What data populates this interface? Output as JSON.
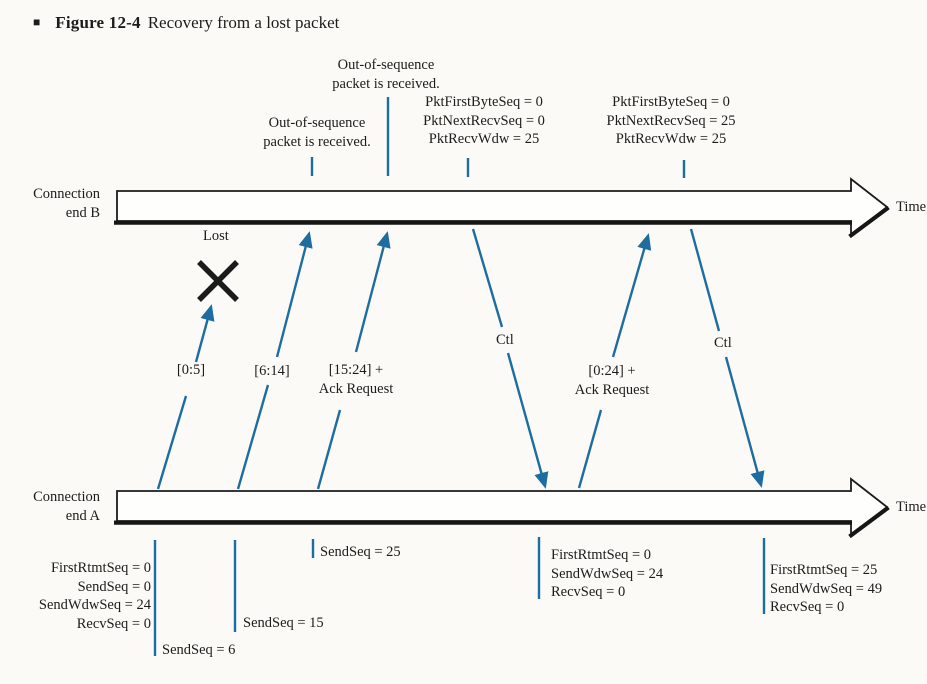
{
  "title": {
    "bullet": "■",
    "figure_label": "Figure 12-4",
    "caption": "Recovery from a lost packet"
  },
  "colors": {
    "arrow_blue": "#1e6da1",
    "ink": "#1e1c1a"
  },
  "timelines": {
    "b": {
      "label_lines": [
        "Connection",
        "end B"
      ],
      "time_label": "Time"
    },
    "a": {
      "label_lines": [
        "Connection",
        "end A"
      ],
      "time_label": "Time"
    }
  },
  "lost_label": "Lost",
  "top_annotations": [
    {
      "lines": [
        "Out-of-sequence",
        "packet is received."
      ]
    },
    {
      "lines": [
        "Out-of-sequence",
        "packet is received."
      ]
    },
    {
      "lines": [
        "PktFirstByteSeq = 0",
        "PktNextRecvSeq = 0",
        "PktRecvWdw = 25"
      ]
    },
    {
      "lines": [
        "PktFirstByteSeq = 0",
        "PktNextRecvSeq = 25",
        "PktRecvWdw = 25"
      ]
    }
  ],
  "packet_labels": [
    {
      "lines": [
        "[0:5]"
      ]
    },
    {
      "lines": [
        "[6:14]"
      ]
    },
    {
      "lines": [
        "[15:24] +",
        "Ack Request"
      ]
    },
    {
      "lines": [
        "Ctl"
      ]
    },
    {
      "lines": [
        "[0:24] +",
        "Ack Request"
      ]
    },
    {
      "lines": [
        "Ctl"
      ]
    }
  ],
  "bottom_annotations": [
    {
      "lines": [
        "FirstRtmtSeq = 0",
        "SendSeq = 0",
        "SendWdwSeq = 24",
        "RecvSeq = 0"
      ]
    },
    {
      "lines": [
        "SendSeq = 6"
      ]
    },
    {
      "lines": [
        "SendSeq = 15"
      ]
    },
    {
      "lines": [
        "SendSeq = 25"
      ]
    },
    {
      "lines": [
        "FirstRtmtSeq = 0",
        "SendWdwSeq = 24",
        "RecvSeq = 0"
      ]
    },
    {
      "lines": [
        "FirstRtmtSeq = 25",
        "SendWdwSeq = 49",
        "RecvSeq = 0"
      ]
    }
  ]
}
